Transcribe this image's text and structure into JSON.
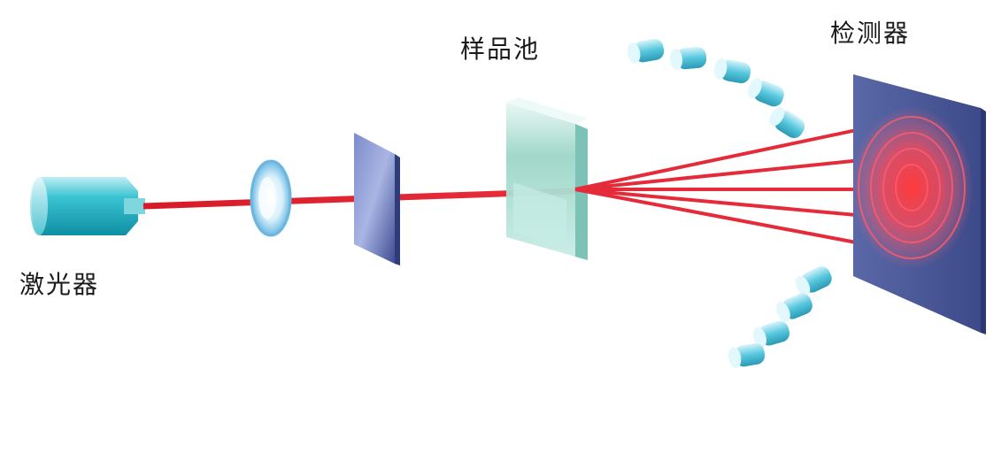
{
  "labels": {
    "laser": "激光器",
    "sample_cell": "样品池",
    "detector": "检测器"
  },
  "colors": {
    "beam": "#e0202c",
    "scatter_center": "#ff2a2a",
    "laser_body": "#1fb5c6",
    "lens": "#7ec8e8",
    "filter": "#4e5fa6",
    "cell_glass": "#9fd8cf",
    "detector_plate": "#4b5a9a",
    "detector_tubes": "#4cc3dc"
  },
  "icons": {
    "laser": "laser-cylinder-icon",
    "lens": "lens-icon",
    "filter": "filter-plate-icon",
    "cell": "sample-cell-icon",
    "detector": "detector-screen-icon",
    "tubes": "photodetector-tube-icon"
  }
}
